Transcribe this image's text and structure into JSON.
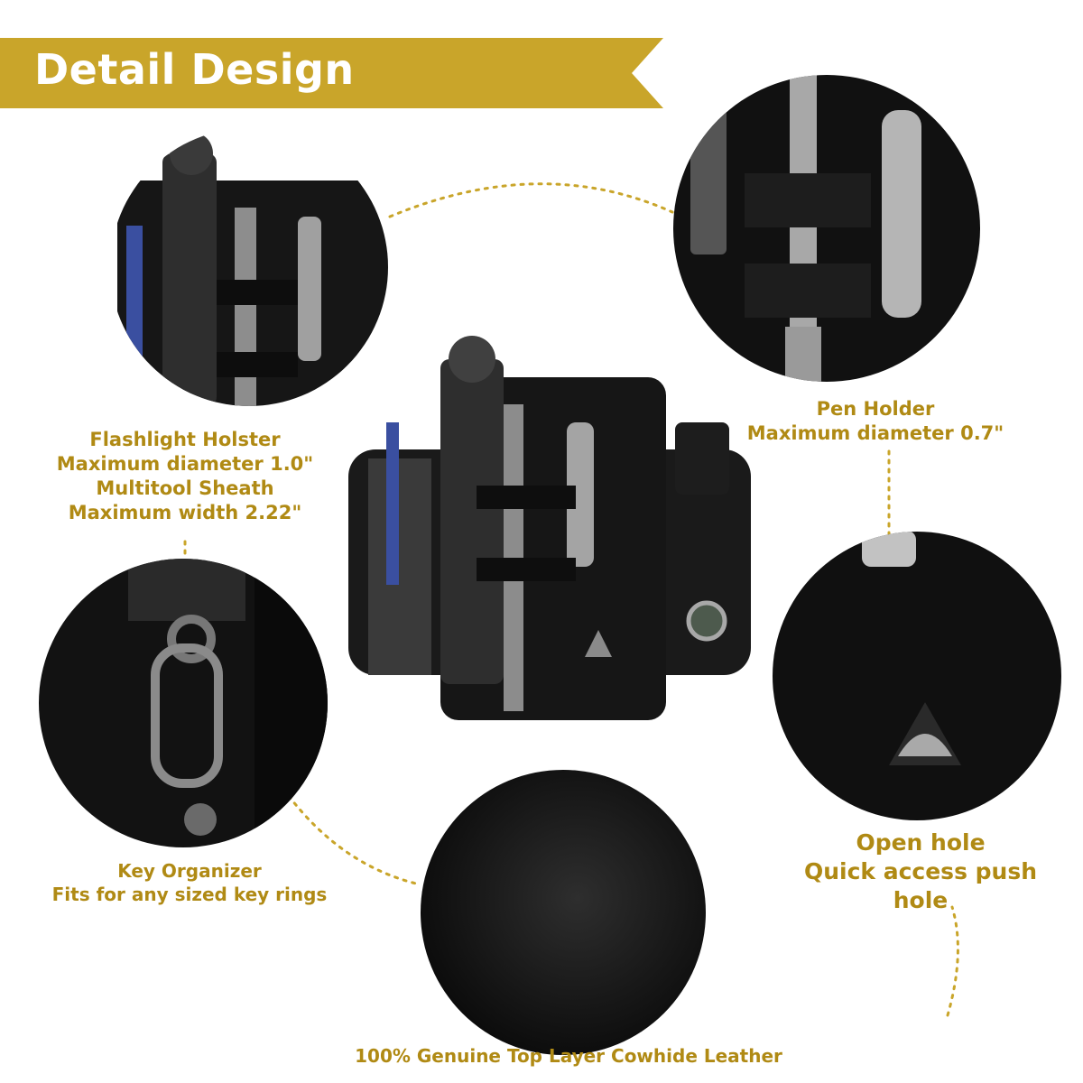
{
  "banner": {
    "title": "Detail Design",
    "color": "#c9a52a"
  },
  "accent_text_color": "#b08a14",
  "callouts": {
    "flashlight": {
      "line1": "Flashlight Holster",
      "line2": "Maximum diameter 1.0\"",
      "line3": "Multitool Sheath",
      "line4": "Maximum width 2.22\""
    },
    "pen": {
      "line1": "Pen Holder",
      "line2": "Maximum diameter 0.7\""
    },
    "key": {
      "line1": "Key Organizer",
      "line2": "Fits for any sized key rings"
    },
    "hole": {
      "line1": "Open hole",
      "line2": "Quick access push hole"
    },
    "leather": {
      "line1": "100% Genuine Top Layer Cowhide Leather"
    }
  }
}
